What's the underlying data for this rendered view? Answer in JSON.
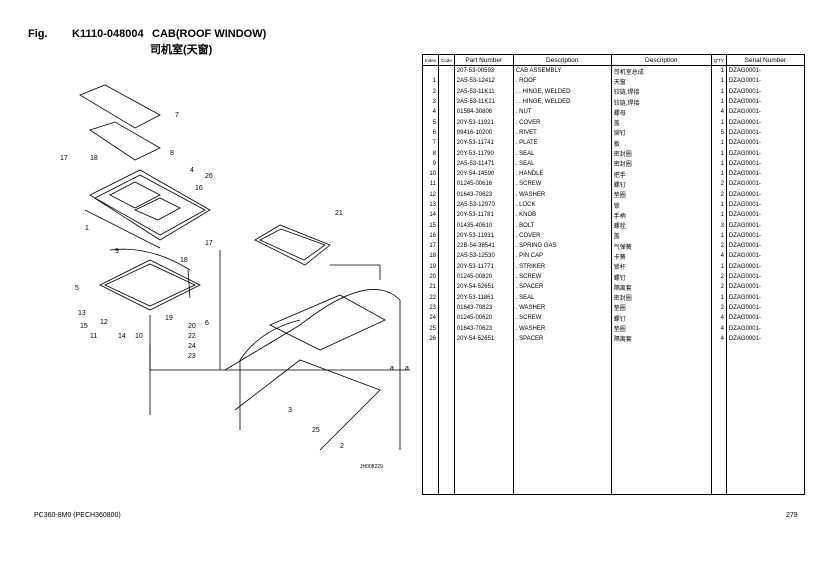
{
  "header": {
    "fig": "Fig.",
    "code": "K1110-048004",
    "title": "CAB(ROOF WINDOW)",
    "title_cn": "司机室(天窗)"
  },
  "diagram": {
    "id": "JH008229",
    "callouts": [
      "1",
      "2",
      "3",
      "4",
      "5",
      "6",
      "7",
      "8",
      "9",
      "10",
      "11",
      "12",
      "13",
      "14",
      "15",
      "16",
      "17",
      "17",
      "18",
      "18",
      "19",
      "20",
      "21",
      "22",
      "23",
      "24",
      "25",
      "26",
      "a",
      "a"
    ]
  },
  "table": {
    "columns": [
      "Index",
      "Code",
      "Part Number",
      "Description",
      "Description",
      "Q'TY",
      "Serial Number"
    ],
    "rows": [
      [
        "",
        "",
        "207-53-00593",
        "CAB ASSEMBLY",
        "司机室总成",
        "1",
        "DZAG0001-"
      ],
      [
        "1",
        "",
        "2A5-53-12412",
        ". ROOF",
        "天窗",
        "1",
        "DZAG0001-"
      ],
      [
        "2",
        "",
        "2A5-53-11K11",
        ". . HINGE, WELDED",
        "铰链,焊接",
        "1",
        "DZAG0001-"
      ],
      [
        "3",
        "",
        "2A5-53-11K21",
        ". . HINGE, WELDED",
        "铰链,焊接",
        "1",
        "DZAG0001-"
      ],
      [
        "4",
        "",
        "01584-30806",
        ". NUT",
        "螺母",
        "4",
        "DZAG0001-"
      ],
      [
        "5",
        "",
        "20Y-53-11921",
        ". COVER",
        "盖",
        "1",
        "DZAG0001-"
      ],
      [
        "6",
        "",
        "09416-10200",
        ". RIVET",
        "铆钉",
        "5",
        "DZAG0001-"
      ],
      [
        "7",
        "",
        "20Y-53-11741",
        ". PLATE",
        "板",
        "1",
        "DZAG0001-"
      ],
      [
        "8",
        "",
        "20Y-53-11790",
        ". SEAL",
        "密封圈",
        "1",
        "DZAG0001-"
      ],
      [
        "9",
        "",
        "2A5-53-11471",
        ". SEAL",
        "密封圈",
        "1",
        "DZAG0001-"
      ],
      [
        "10",
        "",
        "20Y-54-14590",
        ". HANDLE",
        "把手",
        "1",
        "DZAG0001-"
      ],
      [
        "11",
        "",
        "01245-00616",
        ". SCREW",
        "螺钉",
        "2",
        "DZAG0001-"
      ],
      [
        "12",
        "",
        "01643-70623",
        ". WASHER",
        "垫圈",
        "2",
        "DZAG0001-"
      ],
      [
        "13",
        "",
        "2A5-53-12970",
        ". LOCK",
        "锁",
        "1",
        "DZAG0001-"
      ],
      [
        "14",
        "",
        "20Y-53-11781",
        ". KNOB",
        "手柄",
        "1",
        "DZAG0001-"
      ],
      [
        "15",
        "",
        "01435-40610",
        ". BOLT",
        "螺栓",
        "3",
        "DZAG0001-"
      ],
      [
        "16",
        "",
        "20Y-53-11931",
        ". COVER",
        "盖",
        "1",
        "DZAG0001-"
      ],
      [
        "17",
        "",
        "22B-54-38541",
        ". SPRING GAS",
        "气弹簧",
        "2",
        "DZAG0001-"
      ],
      [
        "18",
        "",
        "2A5-53-12530",
        ". PIN CAP",
        "卡簧",
        "4",
        "DZAG0001-"
      ],
      [
        "19",
        "",
        "20Y-53-11771",
        ". STRIKER",
        "锁杆",
        "1",
        "DZAG0001-"
      ],
      [
        "20",
        "",
        "01245-00820",
        ". SCREW",
        "螺钉",
        "2",
        "DZAG0001-"
      ],
      [
        "21",
        "",
        "20Y-54-52651",
        ". SPACER",
        "隔离套",
        "2",
        "DZAG0001-"
      ],
      [
        "22",
        "",
        "20Y-53-11861",
        ". SEAL",
        "密封圈",
        "1",
        "DZAG0001-"
      ],
      [
        "23",
        "",
        "01643-70823",
        ". WASHER",
        "垫圈",
        "2",
        "DZAG0001-"
      ],
      [
        "24",
        "",
        "01245-00620",
        ". SCREW",
        "螺钉",
        "4",
        "DZAG0001-"
      ],
      [
        "25",
        "",
        "01643-70623",
        ". WASHER",
        "垫圈",
        "4",
        "DZAG0001-"
      ],
      [
        "26",
        "",
        "20Y-54-52651",
        ". SPACER",
        "隔离套",
        "4",
        "DZAG0001-"
      ]
    ]
  },
  "footer": {
    "model": "PC360-8M0 (PECH360800)",
    "page": "279"
  }
}
